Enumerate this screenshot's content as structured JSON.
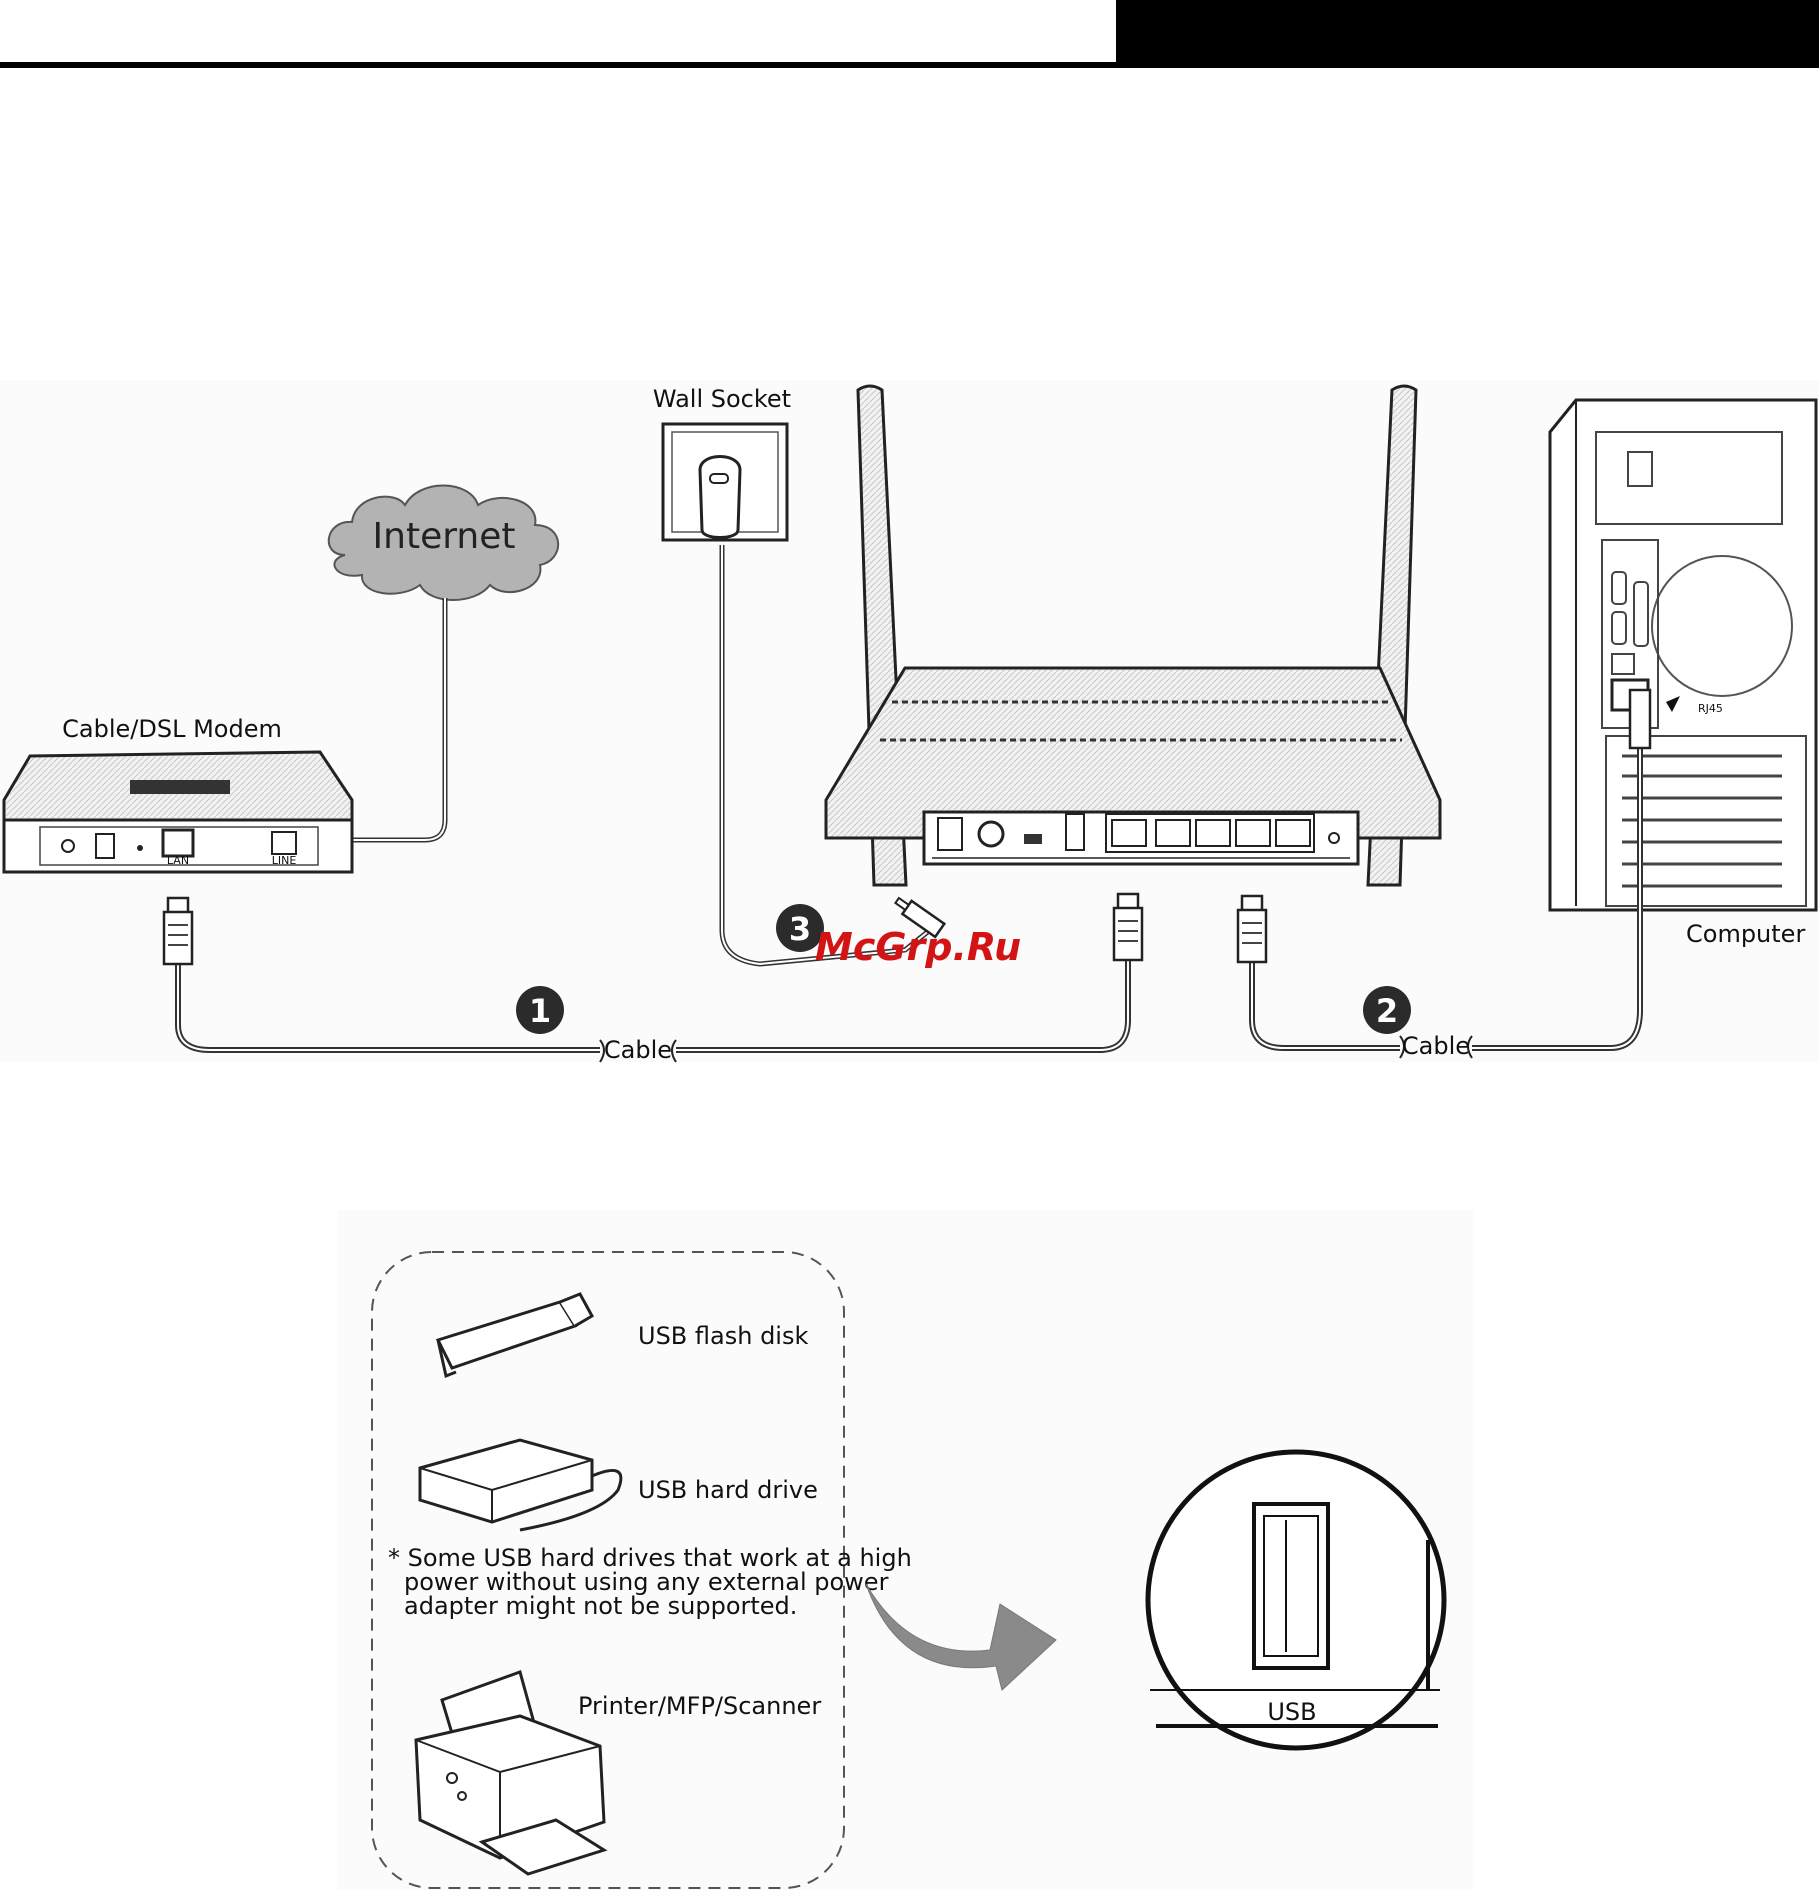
{
  "labels": {
    "wall_socket": "Wall Socket",
    "internet": "Internet",
    "modem": "Cable/DSL Modem",
    "modem_lan": "LAN",
    "modem_line": "LINE",
    "computer": "Computer",
    "rj45": "RJ45",
    "cable_1": "Cable",
    "cable_2": "Cable",
    "step_1": "1",
    "step_2": "2",
    "step_3": "3",
    "usb_flash": "USB flash disk",
    "usb_hdd": "USB hard drive",
    "usb_note_line1": "* Some USB hard drives that work at a high",
    "usb_note_line2": "power without using any external power",
    "usb_note_line3": "adapter might not be supported.",
    "printer": "Printer/MFP/Scanner",
    "usb_port": "USB"
  },
  "watermark": "McGrp.Ru",
  "colors": {
    "accent_bar": "#000000",
    "cloud_fill": "#b3b3b3",
    "badge_fill": "#2b2b2b",
    "watermark": "#d31414",
    "arrow": "#8a8a8a"
  }
}
